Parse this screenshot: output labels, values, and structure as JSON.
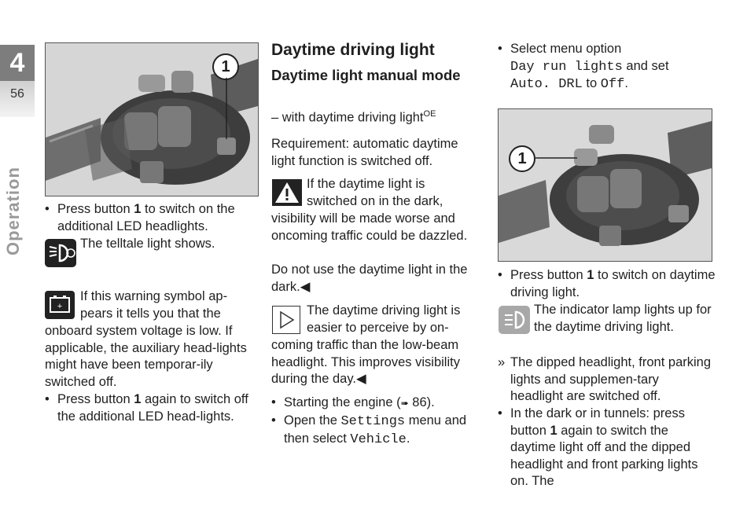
{
  "sidebar": {
    "chapter_number": "4",
    "page_number": "56",
    "section_label": "Operation"
  },
  "col1": {
    "figure_callout": "1",
    "bullet1": {
      "pre": "Press button ",
      "bold": "1",
      "post": " to switch on the additional LED headlights."
    },
    "telltale_text": "The telltale light shows.",
    "warning_text_lead": "If this warning symbol ap-",
    "warning_text_2": "pears it tells you that the",
    "warning_text_rest": "onboard system voltage is low. If applicable, the auxiliary head-lights might have been temporar-ily switched off.",
    "bullet2": {
      "pre": "Press button ",
      "bold": "1",
      "post": " again to switch off the additional LED head-lights."
    }
  },
  "col2": {
    "title": "Daytime driving light",
    "subtitle": "Daytime light manual mode",
    "with_line": "– with daytime driving light",
    "with_sup": "OE",
    "requirement": "Requirement: automatic daytime light function is switched off.",
    "warning_lead1": "If the daytime light is",
    "warning_lead2": "switched on in the dark,",
    "warning_rest": "visibility will be made worse and oncoming traffic could be dazzled.",
    "warning_end": "Do not use the daytime light in the dark.",
    "end_mark": "◀",
    "note_lead1": "The daytime driving light is",
    "note_lead2": "easier to perceive by on-",
    "note_rest": "coming traffic than the low-beam headlight. This improves visibility during the day.",
    "bullet_start_pre": "Starting the engine (",
    "bullet_start_ref": "86",
    "bullet_start_post": ").",
    "bullet_open_pre": "Open the ",
    "bullet_open_mono1": "Settings",
    "bullet_open_mid": " menu and then select ",
    "bullet_open_mono2": "Vehicle",
    "bullet_open_post": "."
  },
  "col3": {
    "select_pre": "Select menu option",
    "select_mono1": "Day run lights",
    "select_mid": " and set",
    "select_mono2": "Auto. DRL",
    "select_to": " to ",
    "select_mono3": "Off",
    "select_post": ".",
    "figure_callout": "1",
    "bullet_press_pre": "Press button ",
    "bullet_press_bold": "1",
    "bullet_press_post": " to switch on daytime driving light.",
    "indicator_text": "The indicator lamp lights up for the daytime driving light.",
    "result_mark": "»",
    "result_text": "The dipped headlight, front parking lights and supplemen-tary headlight are switched off.",
    "bullet_dark_pre": "In the dark or in tunnels: press button ",
    "bullet_dark_bold": "1",
    "bullet_dark_post": " again to switch the daytime light off and the dipped headlight and front parking lights on. The"
  },
  "colors": {
    "sidebar_grey": "#9a9a9a",
    "tab_dark": "#7d7d7d",
    "text": "#1f1f1f",
    "icon_grey": "#a8a8a8"
  },
  "icons": {
    "led_headlight": "led-headlight-telltale-icon",
    "battery_warning": "battery-warning-icon",
    "warning_triangle": "warning-triangle-icon",
    "note_arrow": "note-arrow-icon",
    "daytime_light": "daytime-light-indicator-icon"
  }
}
